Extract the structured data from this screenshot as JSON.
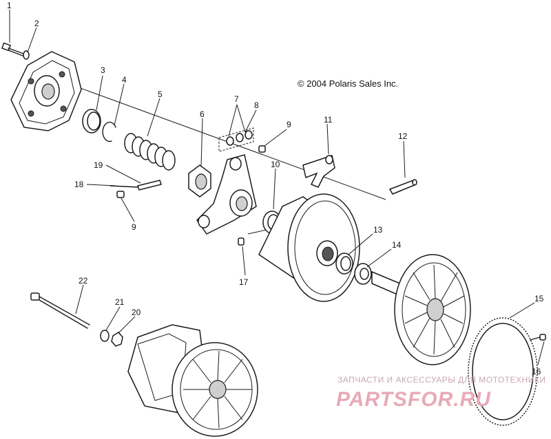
{
  "copyright": "© 2004 Polaris Sales Inc.",
  "watermark": {
    "line1": "ЗАПЧАСТИ И АКСЕССУАРЫ ДЛЯ МОТОТЕХНИКИ",
    "line2": "PARTSFOR.RU",
    "color": "#e8a9b8"
  },
  "callouts": {
    "c1": "1",
    "c2": "2",
    "c3": "3",
    "c4": "4",
    "c5": "5",
    "c6": "6",
    "c7": "7",
    "c8": "8",
    "c9a": "9",
    "c9b": "9",
    "c10": "10",
    "c11": "11",
    "c12": "12",
    "c13": "13",
    "c14": "14",
    "c15": "15",
    "c16": "16",
    "c17": "17",
    "c18": "18",
    "c19": "19",
    "c20": "20",
    "c21": "21",
    "c22": "22"
  }
}
